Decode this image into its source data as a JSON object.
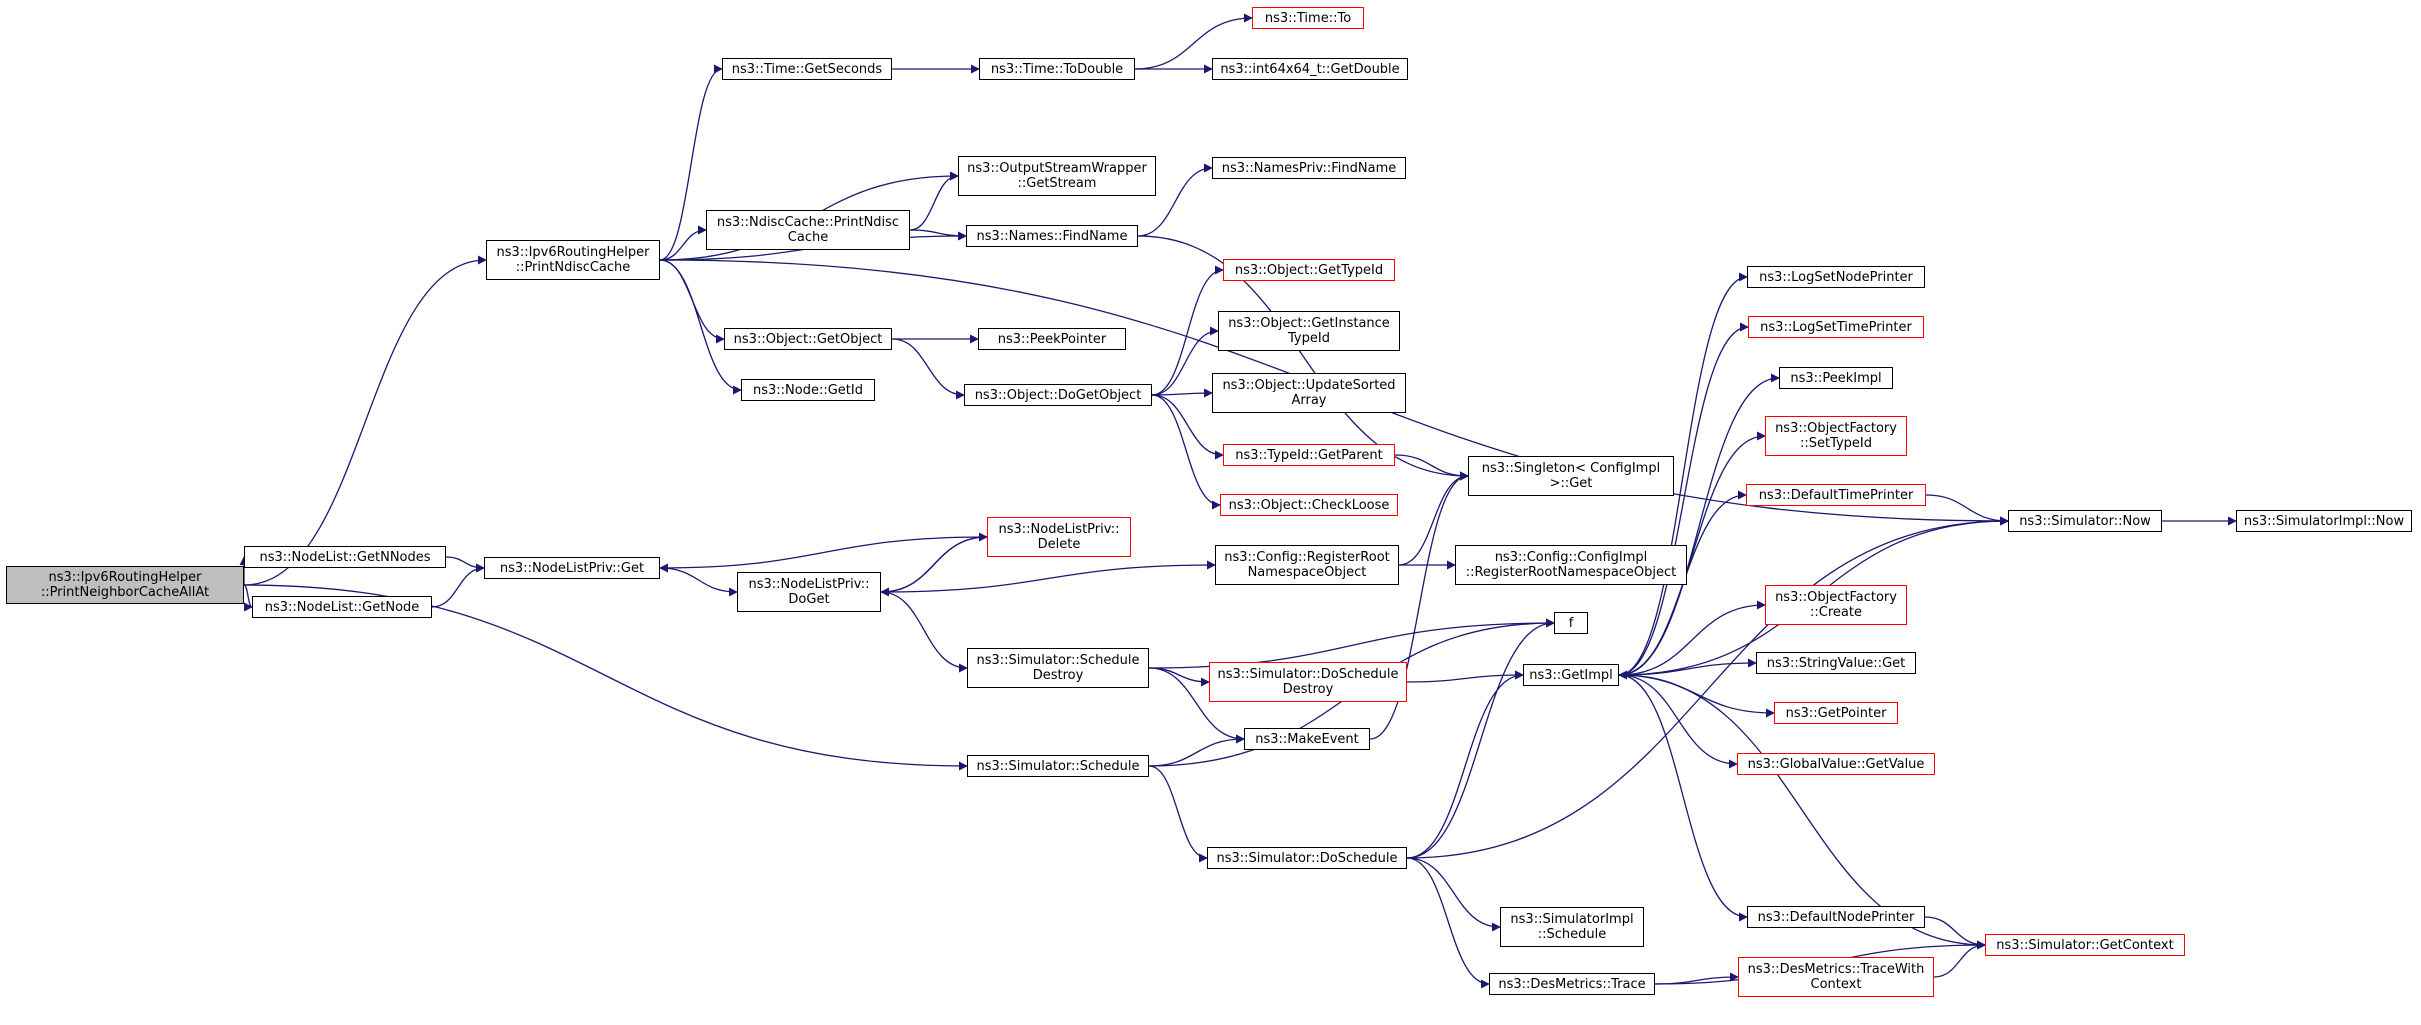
{
  "diagram": {
    "edge_color": "#191970",
    "root_fill": "#bfbfbf",
    "truncated_border_color": "#ff0000",
    "nodes": {
      "root": {
        "label": "ns3::Ipv6RoutingHelper\n::PrintNeighborCacheAllAt",
        "truncated": false
      },
      "printNdiscCacheHelper": {
        "label": "ns3::Ipv6RoutingHelper\n::PrintNdiscCache",
        "truncated": false
      },
      "getNNodes": {
        "label": "ns3::NodeList::GetNNodes",
        "truncated": false
      },
      "getNode": {
        "label": "ns3::NodeList::GetNode",
        "truncated": false
      },
      "nodeListPrivGet": {
        "label": "ns3::NodeListPriv::Get",
        "truncated": false
      },
      "nodeListPrivDoGet": {
        "label": "ns3::NodeListPriv::\nDoGet",
        "truncated": false
      },
      "nodeListPrivDelete": {
        "label": "ns3::NodeListPriv::\nDelete",
        "truncated": true
      },
      "timeGetSeconds": {
        "label": "ns3::Time::GetSeconds",
        "truncated": false
      },
      "timeToDouble": {
        "label": "ns3::Time::ToDouble",
        "truncated": false
      },
      "timeTo": {
        "label": "ns3::Time::To",
        "truncated": true
      },
      "int64GetDouble": {
        "label": "ns3::int64x64_t::GetDouble",
        "truncated": false
      },
      "outputStreamGetStream": {
        "label": "ns3::OutputStreamWrapper\n::GetStream",
        "truncated": false
      },
      "ndiscPrintNdiscCache": {
        "label": "ns3::NdiscCache::PrintNdisc\nCache",
        "truncated": false
      },
      "namesFindName": {
        "label": "ns3::Names::FindName",
        "truncated": false
      },
      "namesPrivFindName": {
        "label": "ns3::NamesPriv::FindName",
        "truncated": false
      },
      "objectGetObject": {
        "label": "ns3::Object::GetObject",
        "truncated": false
      },
      "peekPointer": {
        "label": "ns3::PeekPointer",
        "truncated": false
      },
      "nodeGetId": {
        "label": "ns3::Node::GetId",
        "truncated": false
      },
      "objectDoGetObject": {
        "label": "ns3::Object::DoGetObject",
        "truncated": false
      },
      "objectGetTypeId": {
        "label": "ns3::Object::GetTypeId",
        "truncated": true
      },
      "objectGetInstanceTypeId": {
        "label": "ns3::Object::GetInstance\nTypeId",
        "truncated": false
      },
      "objectUpdateSortedArray": {
        "label": "ns3::Object::UpdateSorted\nArray",
        "truncated": false
      },
      "typeIdGetParent": {
        "label": "ns3::TypeId::GetParent",
        "truncated": true
      },
      "objectCheckLoose": {
        "label": "ns3::Object::CheckLoose",
        "truncated": true
      },
      "singletonGet": {
        "label": "ns3::Singleton< ConfigImpl\n>::Get",
        "truncated": false
      },
      "configRegisterRoot": {
        "label": "ns3::Config::RegisterRoot\nNamespaceObject",
        "truncated": false
      },
      "configImplRegisterRoot": {
        "label": "ns3::Config::ConfigImpl\n::RegisterRootNamespaceObject",
        "truncated": false
      },
      "simScheduleDestroy": {
        "label": "ns3::Simulator::Schedule\nDestroy",
        "truncated": false
      },
      "simDoScheduleDestroy": {
        "label": "ns3::Simulator::DoSchedule\nDestroy",
        "truncated": true
      },
      "makeEvent": {
        "label": "ns3::MakeEvent",
        "truncated": false
      },
      "f": {
        "label": "f",
        "truncated": false
      },
      "getImpl": {
        "label": "ns3::GetImpl",
        "truncated": false
      },
      "simSchedule": {
        "label": "ns3::Simulator::Schedule",
        "truncated": false
      },
      "simDoSchedule": {
        "label": "ns3::Simulator::DoSchedule",
        "truncated": false
      },
      "simImplSchedule": {
        "label": "ns3::SimulatorImpl\n::Schedule",
        "truncated": false
      },
      "desMetricsTrace": {
        "label": "ns3::DesMetrics::Trace",
        "truncated": false
      },
      "desMetricsTraceWithContext": {
        "label": "ns3::DesMetrics::TraceWith\nContext",
        "truncated": true
      },
      "defaultNodePrinter": {
        "label": "ns3::DefaultNodePrinter",
        "truncated": false
      },
      "simGetContext": {
        "label": "ns3::Simulator::GetContext",
        "truncated": true
      },
      "logSetNodePrinter": {
        "label": "ns3::LogSetNodePrinter",
        "truncated": false
      },
      "logSetTimePrinter": {
        "label": "ns3::LogSetTimePrinter",
        "truncated": true
      },
      "peekImpl": {
        "label": "ns3::PeekImpl",
        "truncated": false
      },
      "objectFactorySetTypeId": {
        "label": "ns3::ObjectFactory\n::SetTypeId",
        "truncated": true
      },
      "defaultTimePrinter": {
        "label": "ns3::DefaultTimePrinter",
        "truncated": true
      },
      "objectFactoryCreate": {
        "label": "ns3::ObjectFactory\n::Create",
        "truncated": true
      },
      "stringValueGet": {
        "label": "ns3::StringValue::Get",
        "truncated": false
      },
      "getPointer": {
        "label": "ns3::GetPointer",
        "truncated": true
      },
      "globalValueGetValue": {
        "label": "ns3::GlobalValue::GetValue",
        "truncated": true
      },
      "simNow": {
        "label": "ns3::Simulator::Now",
        "truncated": false
      },
      "simImplNow": {
        "label": "ns3::SimulatorImpl::Now",
        "truncated": false
      }
    },
    "edges": [
      [
        "root",
        "printNdiscCacheHelper"
      ],
      [
        "root",
        "getNNodes"
      ],
      [
        "root",
        "getNode"
      ],
      [
        "root",
        "simSchedule"
      ],
      [
        "printNdiscCacheHelper",
        "timeGetSeconds"
      ],
      [
        "printNdiscCacheHelper",
        "simNow"
      ],
      [
        "printNdiscCacheHelper",
        "outputStreamGetStream"
      ],
      [
        "printNdiscCacheHelper",
        "ndiscPrintNdiscCache"
      ],
      [
        "printNdiscCacheHelper",
        "namesFindName"
      ],
      [
        "printNdiscCacheHelper",
        "objectGetObject"
      ],
      [
        "printNdiscCacheHelper",
        "nodeGetId"
      ],
      [
        "timeGetSeconds",
        "timeToDouble"
      ],
      [
        "timeToDouble",
        "timeTo"
      ],
      [
        "timeToDouble",
        "int64GetDouble"
      ],
      [
        "ndiscPrintNdiscCache",
        "outputStreamGetStream"
      ],
      [
        "ndiscPrintNdiscCache",
        "namesFindName"
      ],
      [
        "namesFindName",
        "namesPrivFindName"
      ],
      [
        "namesFindName",
        "singletonGet"
      ],
      [
        "objectGetObject",
        "peekPointer"
      ],
      [
        "objectGetObject",
        "objectDoGetObject"
      ],
      [
        "objectDoGetObject",
        "objectGetTypeId"
      ],
      [
        "objectDoGetObject",
        "objectGetInstanceTypeId"
      ],
      [
        "objectDoGetObject",
        "objectUpdateSortedArray"
      ],
      [
        "objectDoGetObject",
        "typeIdGetParent"
      ],
      [
        "objectDoGetObject",
        "objectCheckLoose"
      ],
      [
        "typeIdGetParent",
        "singletonGet"
      ],
      [
        "getNNodes",
        "nodeListPrivGet"
      ],
      [
        "getNode",
        "nodeListPrivGet"
      ],
      [
        "nodeListPrivGet",
        "nodeListPrivDoGet"
      ],
      [
        "nodeListPrivDoGet",
        "nodeListPrivDelete"
      ],
      [
        "nodeListPrivDelete",
        "nodeListPrivGet"
      ],
      [
        "nodeListPrivDelete",
        "nodeListPrivDoGet"
      ],
      [
        "nodeListPrivDoGet",
        "configRegisterRoot"
      ],
      [
        "nodeListPrivDoGet",
        "simScheduleDestroy"
      ],
      [
        "configRegisterRoot",
        "singletonGet"
      ],
      [
        "configRegisterRoot",
        "configImplRegisterRoot"
      ],
      [
        "simScheduleDestroy",
        "f"
      ],
      [
        "simScheduleDestroy",
        "simDoScheduleDestroy"
      ],
      [
        "simScheduleDestroy",
        "makeEvent"
      ],
      [
        "simDoScheduleDestroy",
        "getImpl"
      ],
      [
        "makeEvent",
        "singletonGet"
      ],
      [
        "simSchedule",
        "makeEvent"
      ],
      [
        "simSchedule",
        "f"
      ],
      [
        "simSchedule",
        "simDoSchedule"
      ],
      [
        "simDoSchedule",
        "f"
      ],
      [
        "simDoSchedule",
        "getImpl"
      ],
      [
        "simDoSchedule",
        "simNow"
      ],
      [
        "simDoSchedule",
        "simImplSchedule"
      ],
      [
        "simDoSchedule",
        "desMetricsTrace"
      ],
      [
        "desMetricsTrace",
        "desMetricsTraceWithContext"
      ],
      [
        "desMetricsTrace",
        "simGetContext"
      ],
      [
        "desMetricsTraceWithContext",
        "simGetContext"
      ],
      [
        "simGetContext",
        "getImpl"
      ],
      [
        "getImpl",
        "logSetNodePrinter"
      ],
      [
        "getImpl",
        "logSetTimePrinter"
      ],
      [
        "getImpl",
        "peekImpl"
      ],
      [
        "getImpl",
        "objectFactorySetTypeId"
      ],
      [
        "getImpl",
        "defaultTimePrinter"
      ],
      [
        "getImpl",
        "objectFactoryCreate"
      ],
      [
        "getImpl",
        "stringValueGet"
      ],
      [
        "getImpl",
        "getPointer"
      ],
      [
        "getImpl",
        "globalValueGetValue"
      ],
      [
        "getImpl",
        "defaultNodePrinter"
      ],
      [
        "getImpl",
        "simNow"
      ],
      [
        "defaultTimePrinter",
        "simNow"
      ],
      [
        "defaultNodePrinter",
        "simGetContext"
      ],
      [
        "simNow",
        "simImplNow"
      ]
    ]
  }
}
